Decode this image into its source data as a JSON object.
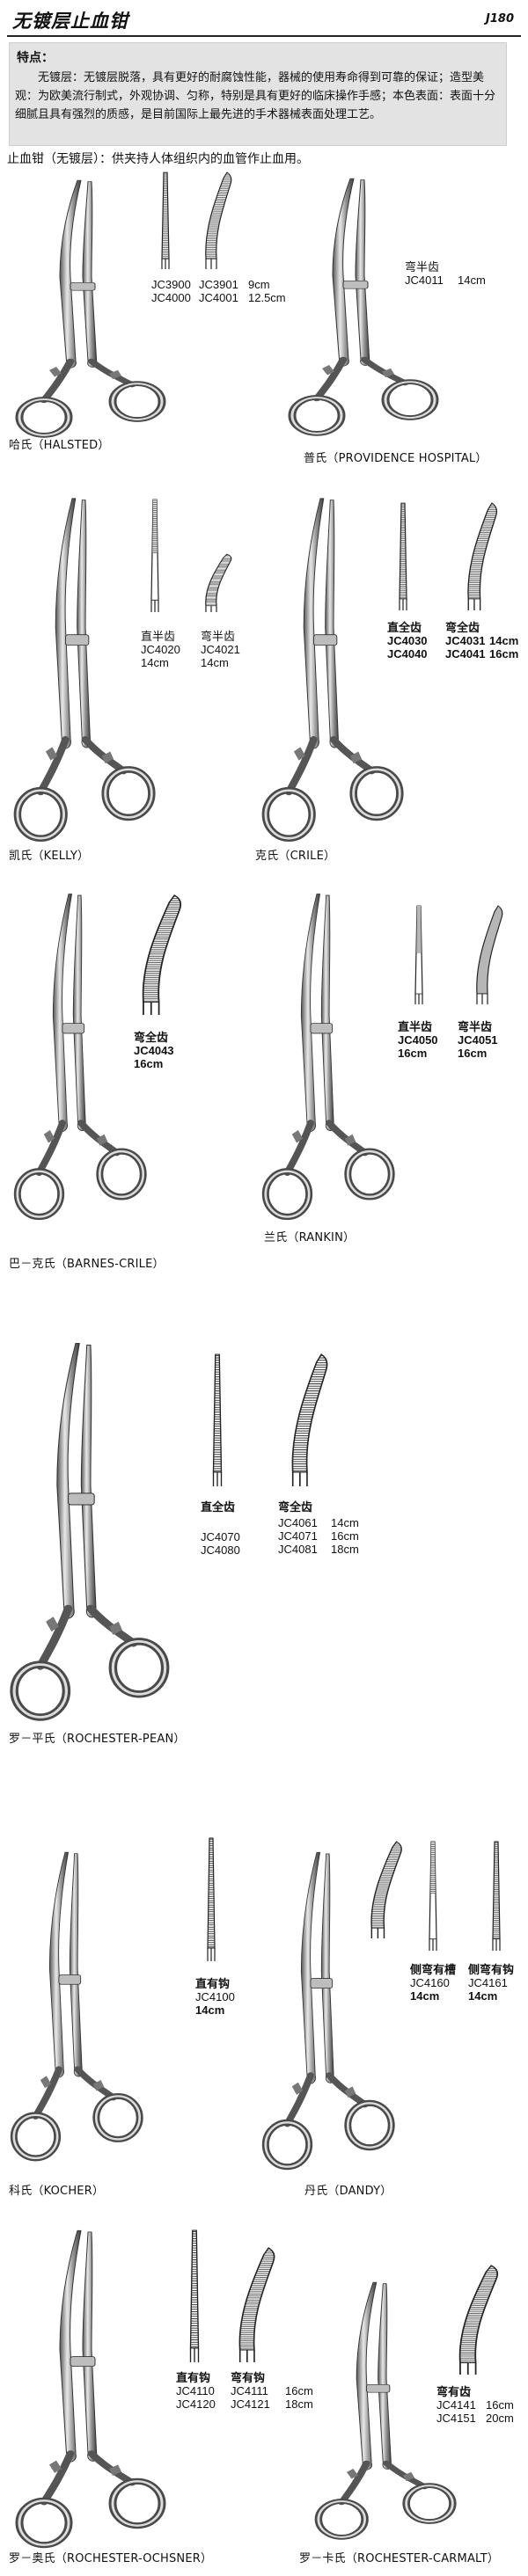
{
  "header": {
    "title": "无镀层止血钳",
    "code": "J180"
  },
  "features": {
    "title": "特点：",
    "text": "无镀层：无镀层脱落，具有更好的耐腐蚀性能，器械的使用寿命得到可靠的保证；造型美观：为欧美流行制式，外观协调、匀称，特别是具有更好的临床操作手感；本色表面：表面十分细腻且具有强烈的质感，是目前国际上最先进的手术器械表面处理工艺。"
  },
  "intro": "止血钳（无镀层）：供夹持人体组织内的血管作止血用。",
  "products": {
    "halsted": {
      "name": "哈氏（HALSTED）",
      "labels": {
        "codes_a": [
          "JC3900",
          "JC4000"
        ],
        "codes_b": [
          "JC3901",
          "JC4001"
        ],
        "sizes": [
          "9cm",
          "12.5cm"
        ]
      }
    },
    "providence": {
      "name": "普氏（PROVIDENCE HOSPITAL）",
      "labels": {
        "type": "弯半齿",
        "code": "JC4011",
        "size": "14cm"
      }
    },
    "kelly": {
      "name": "凯氏（KELLY）",
      "labels": {
        "straight": {
          "type": "直半齿",
          "code": "JC4020",
          "size": "14cm"
        },
        "curved": {
          "type": "弯半齿",
          "code": "JC4021",
          "size": "14cm"
        }
      }
    },
    "crile": {
      "name": "克氏（CRILE）",
      "labels": {
        "straight": {
          "type": "直全齿",
          "codes": [
            "JC4030",
            "JC4040"
          ]
        },
        "curved": {
          "type": "弯全齿",
          "codes": [
            "JC4031",
            "JC4041"
          ],
          "sizes": [
            "14cm",
            "16cm"
          ]
        }
      }
    },
    "barnes": {
      "name": "巴－克氏（BARNES-CRILE）",
      "labels": {
        "type": "弯全齿",
        "code": "JC4043",
        "size": "16cm"
      }
    },
    "rankin": {
      "name": "兰氏（RANKIN）",
      "labels": {
        "straight": {
          "type": "直半齿",
          "code": "JC4050",
          "size": "16cm"
        },
        "curved": {
          "type": "弯半齿",
          "code": "JC4051",
          "size": "16cm"
        }
      }
    },
    "pean": {
      "name": "罗－平氏（ROCHESTER-PEAN）",
      "labels": {
        "straight": {
          "type": "直全齿",
          "codes": [
            "JC4070",
            "JC4080"
          ]
        },
        "curved": {
          "type": "弯全齿",
          "codes": [
            "JC4061",
            "JC4071",
            "JC4081"
          ],
          "sizes": [
            "14cm",
            "16cm",
            "18cm"
          ]
        }
      }
    },
    "kocher": {
      "name": "科氏（KOCHER）",
      "labels": {
        "type": "直有钩",
        "code": "JC4100",
        "size": "14cm"
      }
    },
    "dandy": {
      "name": "丹氏（DANDY）",
      "labels": {
        "a": {
          "type": "侧弯有槽",
          "code": "JC4160",
          "size": "14cm"
        },
        "b": {
          "type": "侧弯有钩",
          "code": "JC4161",
          "size": "14cm"
        }
      }
    },
    "ochsner": {
      "name": "罗－奥氏（ROCHESTER-OCHSNER）",
      "labels": {
        "straight": {
          "type": "直有钩",
          "codes": [
            "JC4110",
            "JC4120"
          ]
        },
        "curved": {
          "type": "弯有钩",
          "codes": [
            "JC4111",
            "JC4121"
          ],
          "sizes": [
            "16cm",
            "18cm"
          ]
        }
      }
    },
    "carmalt": {
      "name": "罗－卡氏（ROCHESTER-CARMALT）",
      "labels": {
        "type": "弯有齿",
        "codes": [
          "JC4141",
          "JC4151"
        ],
        "sizes": [
          "16cm",
          "20cm"
        ]
      }
    }
  }
}
